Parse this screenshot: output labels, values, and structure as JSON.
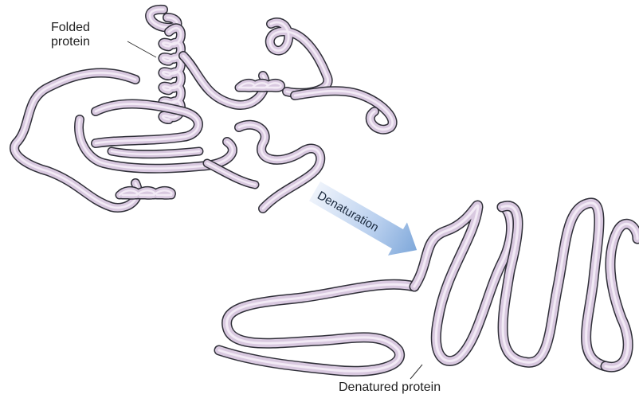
{
  "labels": {
    "folded": "Folded\nprotein",
    "folded_line1": "Folded",
    "folded_line2": "protein",
    "arrow": "Denaturation",
    "denatured": "Denatured protein"
  },
  "colors": {
    "ribbon": "#d9c9e0",
    "ribbon_edge": "#2f2f38",
    "arrow_light": "#dbe7f6",
    "arrow_dark": "#7ea7d8"
  }
}
